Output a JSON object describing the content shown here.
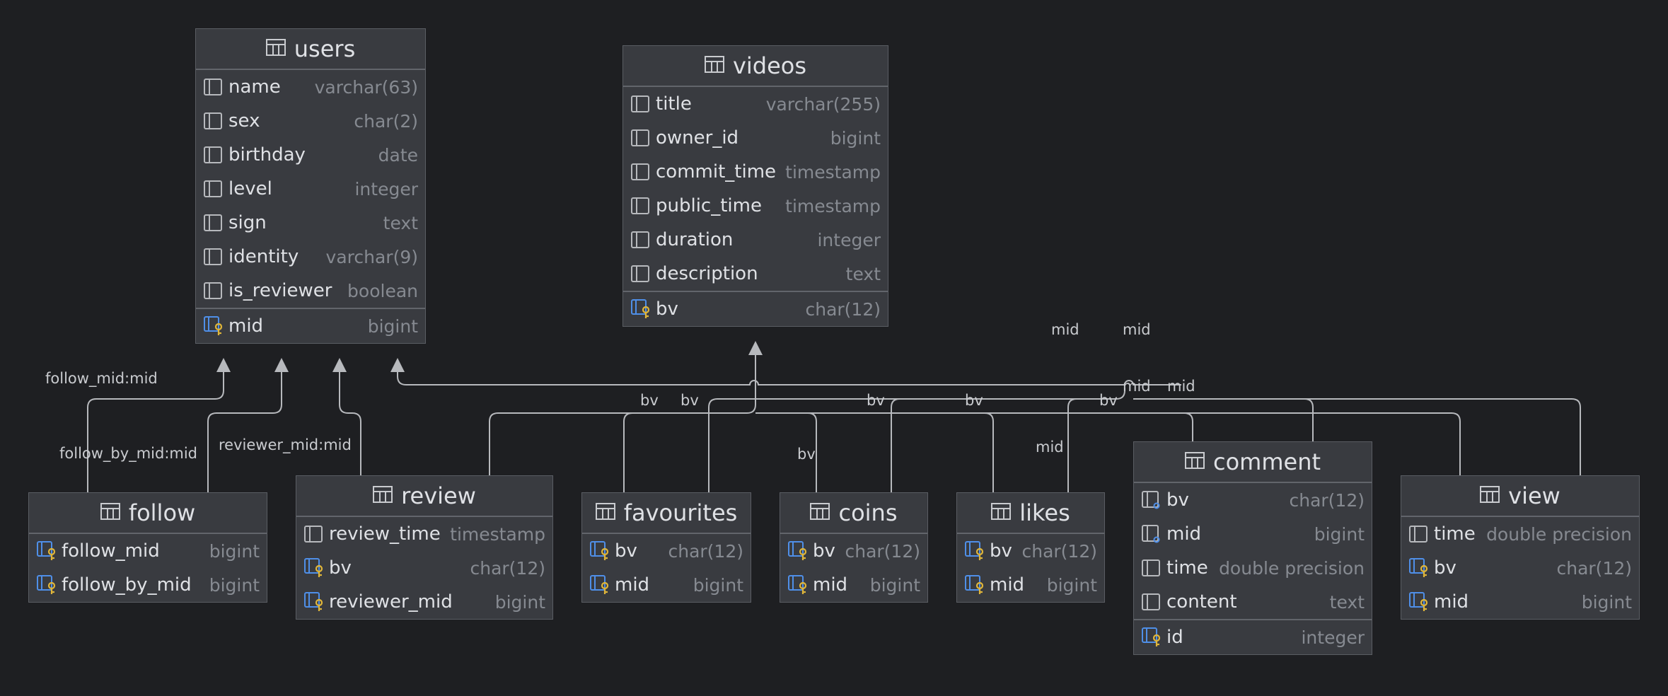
{
  "tables": {
    "users": {
      "name": "users",
      "columns": [
        {
          "name": "name",
          "type": "varchar(63)"
        },
        {
          "name": "sex",
          "type": "char(2)"
        },
        {
          "name": "birthday",
          "type": "date"
        },
        {
          "name": "level",
          "type": "integer"
        },
        {
          "name": "sign",
          "type": "text"
        },
        {
          "name": "identity",
          "type": "varchar(9)"
        },
        {
          "name": "is_reviewer",
          "type": "boolean"
        }
      ],
      "key": {
        "name": "mid",
        "type": "bigint"
      }
    },
    "videos": {
      "name": "videos",
      "columns": [
        {
          "name": "title",
          "type": "varchar(255)"
        },
        {
          "name": "owner_id",
          "type": "bigint"
        },
        {
          "name": "commit_time",
          "type": "timestamp"
        },
        {
          "name": "public_time",
          "type": "timestamp"
        },
        {
          "name": "duration",
          "type": "integer"
        },
        {
          "name": "description",
          "type": "text"
        }
      ],
      "key": {
        "name": "bv",
        "type": "char(12)"
      }
    },
    "follow": {
      "name": "follow",
      "columns": [
        {
          "name": "follow_mid",
          "type": "bigint"
        },
        {
          "name": "follow_by_mid",
          "type": "bigint"
        }
      ]
    },
    "review": {
      "name": "review",
      "columns": [
        {
          "name": "review_time",
          "type": "timestamp"
        },
        {
          "name": "bv",
          "type": "char(12)"
        },
        {
          "name": "reviewer_mid",
          "type": "bigint"
        }
      ]
    },
    "favourites": {
      "name": "favourites",
      "columns": [
        {
          "name": "bv",
          "type": "char(12)"
        },
        {
          "name": "mid",
          "type": "bigint"
        }
      ]
    },
    "coins": {
      "name": "coins",
      "columns": [
        {
          "name": "bv",
          "type": "char(12)"
        },
        {
          "name": "mid",
          "type": "bigint"
        }
      ]
    },
    "likes": {
      "name": "likes",
      "columns": [
        {
          "name": "bv",
          "type": "char(12)"
        },
        {
          "name": "mid",
          "type": "bigint"
        }
      ]
    },
    "comment": {
      "name": "comment",
      "columns": [
        {
          "name": "bv",
          "type": "char(12)"
        },
        {
          "name": "mid",
          "type": "bigint"
        },
        {
          "name": "time",
          "type": "double precision"
        },
        {
          "name": "content",
          "type": "text"
        }
      ],
      "key": {
        "name": "id",
        "type": "integer"
      }
    },
    "view": {
      "name": "view",
      "columns": [
        {
          "name": "time",
          "type": "double precision"
        },
        {
          "name": "bv",
          "type": "char(12)"
        },
        {
          "name": "mid",
          "type": "bigint"
        }
      ]
    }
  },
  "relationship_labels": {
    "follow_mid": "follow_mid:mid",
    "follow_by_mid": "follow_by_mid:mid",
    "reviewer_mid": "reviewer_mid:mid",
    "mid_1": "mid",
    "mid_2": "mid",
    "mid_3": "mid",
    "mid_4": "mid",
    "mid_5": "mid",
    "bv_1": "bv",
    "bv_2": "bv",
    "bv_3": "bv",
    "bv_4": "bv",
    "bv_5": "bv",
    "bv_6": "bv"
  },
  "colors": {
    "background": "#1e1f22",
    "table_fill": "#393b40",
    "connector": "#b7b9bd",
    "key_blue": "#4f8fe8",
    "key_gold": "#e0b63a"
  }
}
